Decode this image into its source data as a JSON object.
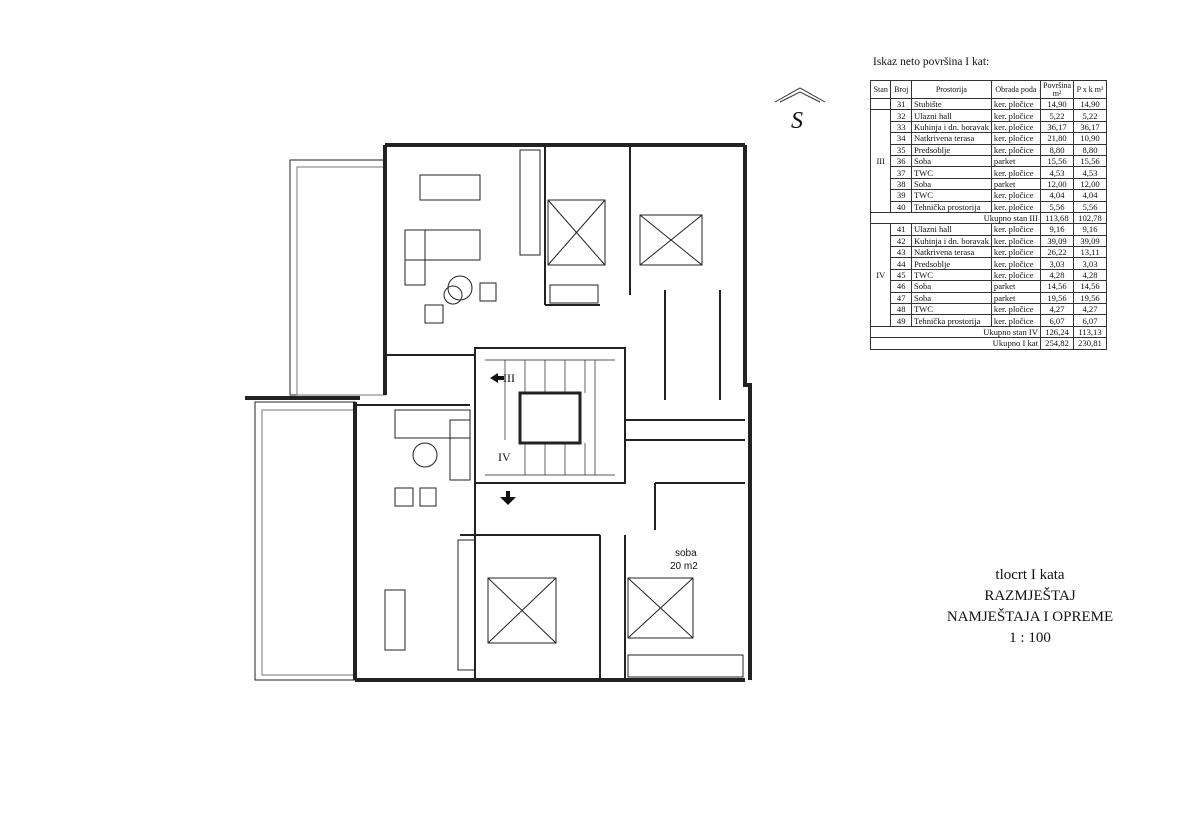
{
  "table": {
    "title": "Iskaz neto površina I  kat:",
    "headers": [
      "Stan",
      "Broj",
      "Prostorija",
      "Obrada poda",
      "Površina m²",
      "P x k m²"
    ],
    "rows_common": [
      {
        "stan": "",
        "broj": "31",
        "prostorija": "Stubište",
        "obrada": "ker. pločice",
        "povrsina": "14,90",
        "pxk": "14,90"
      }
    ],
    "stan_iii": {
      "label": "III",
      "rows": [
        {
          "broj": "32",
          "prostorija": "Ulazni hall",
          "obrada": "ker. pločice",
          "povrsina": "5,22",
          "pxk": "5,22"
        },
        {
          "broj": "33",
          "prostorija": "Kuhinja i dn. boravak",
          "obrada": "ker. pločice",
          "povrsina": "36,17",
          "pxk": "36,17"
        },
        {
          "broj": "34",
          "prostorija": "Natkrivena terasa",
          "obrada": "ker. pločice",
          "povrsina": "21,80",
          "pxk": "10,90"
        },
        {
          "broj": "35",
          "prostorija": "Predsoblje",
          "obrada": "ker. pločice",
          "povrsina": "8,80",
          "pxk": "8,80"
        },
        {
          "broj": "36",
          "prostorija": "Soba",
          "obrada": "parket",
          "povrsina": "15,56",
          "pxk": "15,56"
        },
        {
          "broj": "37",
          "prostorija": "TWC",
          "obrada": "ker. pločice",
          "povrsina": "4,53",
          "pxk": "4,53"
        },
        {
          "broj": "38",
          "prostorija": "Soba",
          "obrada": "parket",
          "povrsina": "12,00",
          "pxk": "12,00"
        },
        {
          "broj": "39",
          "prostorija": "TWC",
          "obrada": "ker. pločice",
          "povrsina": "4,04",
          "pxk": "4,04"
        },
        {
          "broj": "40",
          "prostorija": "Tehnička prostorija",
          "obrada": "ker. pločice",
          "povrsina": "5,56",
          "pxk": "5,56"
        }
      ],
      "total_label": "Ukupno stan III",
      "total_povrsina": "113,68",
      "total_pxk": "102,78"
    },
    "stan_iv": {
      "label": "IV",
      "rows": [
        {
          "broj": "41",
          "prostorija": "Ulazni hall",
          "obrada": "ker. pločice",
          "povrsina": "9,16",
          "pxk": "9,16"
        },
        {
          "broj": "42",
          "prostorija": "Kuhinja i dn. boravak",
          "obrada": "ker. pločice",
          "povrsina": "39,09",
          "pxk": "39,09"
        },
        {
          "broj": "43",
          "prostorija": "Natkrivena terasa",
          "obrada": "ker. pločice",
          "povrsina": "26,22",
          "pxk": "13,11"
        },
        {
          "broj": "44",
          "prostorija": "Predsoblje",
          "obrada": "ker. pločice",
          "povrsina": "3,03",
          "pxk": "3,03"
        },
        {
          "broj": "45",
          "prostorija": "TWC",
          "obrada": "ker. pločice",
          "povrsina": "4,28",
          "pxk": "4,28"
        },
        {
          "broj": "46",
          "prostorija": "Soba",
          "obrada": "parket",
          "povrsina": "14,56",
          "pxk": "14,56"
        },
        {
          "broj": "47",
          "prostorija": "Soba",
          "obrada": "parket",
          "povrsina": "19,56",
          "pxk": "19,56"
        },
        {
          "broj": "48",
          "prostorija": "TWC",
          "obrada": "ker. pločice",
          "povrsina": "4,27",
          "pxk": "4,27"
        },
        {
          "broj": "49",
          "prostorija": "Tehnička prostorija",
          "obrada": "ker. pločice",
          "povrsina": "6,07",
          "pxk": "6,07"
        }
      ],
      "total_label": "Ukupno stan IV",
      "total_povrsina": "126,24",
      "total_pxk": "113,13"
    },
    "grand_total_label": "Ukupno I  kat",
    "grand_total_povrsina": "254,82",
    "grand_total_pxk": "230,81"
  },
  "plan": {
    "north_letter": "S",
    "entry_iii": "III",
    "entry_iv": "IV",
    "room_label": "soba",
    "room_area": "20 m2"
  },
  "legend": {
    "line1": "tlocrt  I  kata",
    "line2": "RAZMJEŠTAJ",
    "line3": "NAMJEŠTAJA I OPREME",
    "line4": "1 : 100"
  }
}
